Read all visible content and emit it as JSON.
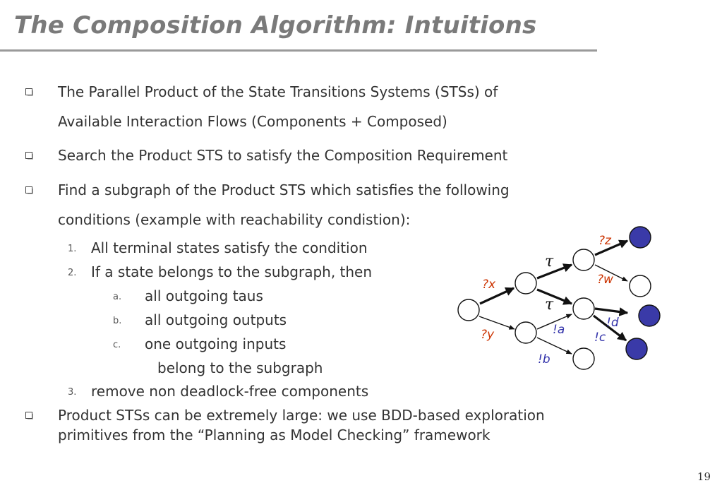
{
  "slide": {
    "title": "The Composition Algorithm: Intuitions",
    "page_number": "19"
  },
  "bullets": [
    {
      "lines": [
        "The Parallel Product of the State Transitions Systems (STSs) of",
        "Available Interaction Flows (Components + Composed)"
      ]
    },
    {
      "lines": [
        "Search the Product STS to satisfy the Composition Requirement"
      ]
    },
    {
      "lines": [
        "Find a subgraph of the Product STS which satisfies the following",
        "conditions (example with reachability condistion):"
      ]
    },
    {
      "lines": [
        "Product STSs can be extremely large: we use BDD-based exploration",
        "primitives from the “Planning as Model Checking” framework"
      ]
    }
  ],
  "conditions": [
    {
      "num": "1.",
      "text": "All terminal states satisfy the condition"
    },
    {
      "num": "2.",
      "text": "If a state belongs to the subgraph, then"
    },
    {
      "num": "3.",
      "text": "remove non deadlock-free components"
    }
  ],
  "subconditions": [
    {
      "num": "a.",
      "text": "all outgoing taus"
    },
    {
      "num": "b.",
      "text": "all outgoing outputs"
    },
    {
      "num": "c.",
      "text": "one outgoing inputs"
    }
  ],
  "subcondition_tail": "belong to the subgraph",
  "graph": {
    "colors": {
      "edge": "#111111",
      "filled_node": "#3a3aa8",
      "input_label": "#cc3300",
      "output_label": "#3333aa"
    },
    "labels": {
      "x": "?x",
      "y": "?y",
      "z": "?z",
      "w": "?w",
      "a": "!a",
      "b": "!b",
      "c": "!c",
      "d": "!d",
      "tau1": "τ",
      "tau2": "τ"
    }
  }
}
